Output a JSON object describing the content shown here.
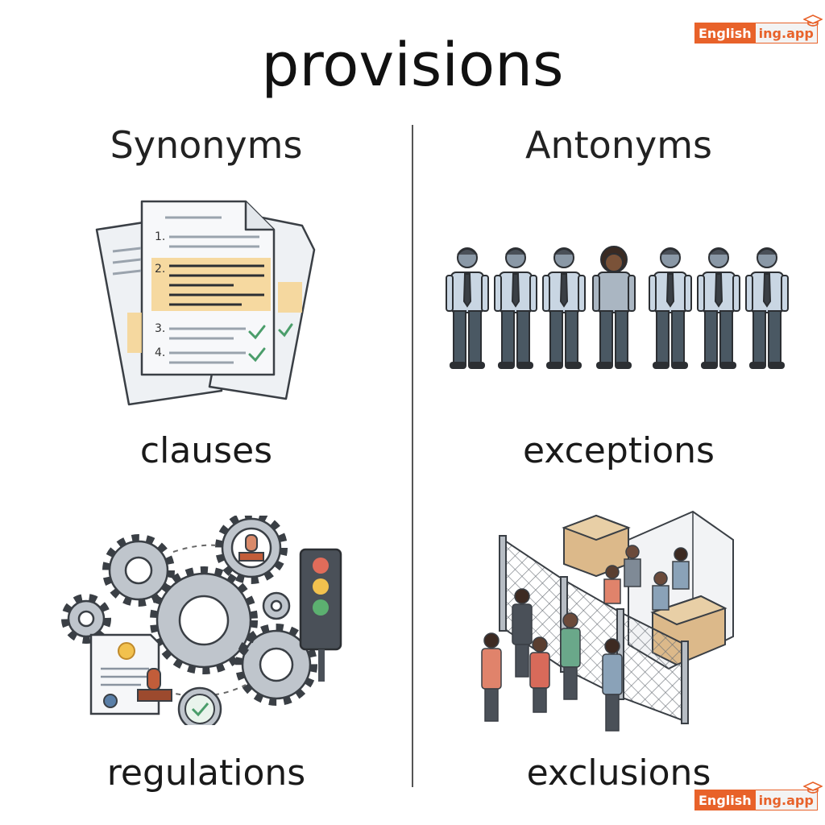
{
  "title": "provisions",
  "brand": {
    "part1": "English",
    "part2": "ing.app",
    "accent": "#e8622a"
  },
  "synonyms": {
    "heading": "Synonyms",
    "items": [
      {
        "word": "clauses",
        "icon": "documents-with-clauses-icon"
      },
      {
        "word": "regulations",
        "icon": "gears-stamp-traffic-light-icon"
      }
    ],
    "doc_numbers": [
      "1.",
      "2.",
      "3.",
      "4."
    ]
  },
  "antonyms": {
    "heading": "Antonyms",
    "items": [
      {
        "word": "exceptions",
        "icon": "row-of-people-one-different-icon"
      },
      {
        "word": "exclusions",
        "icon": "people-behind-fence-icon"
      }
    ]
  }
}
